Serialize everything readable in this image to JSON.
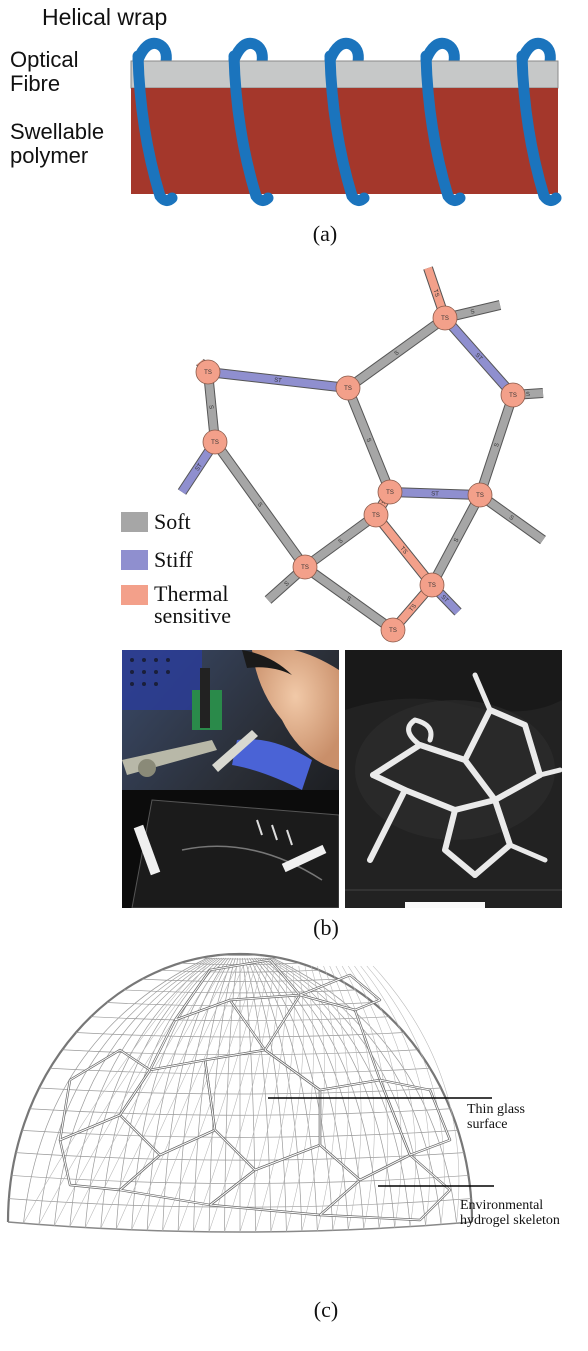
{
  "panel_a": {
    "title": "Helical wrap",
    "fibre_label_line1": "Optical",
    "fibre_label_line2": "Fibre",
    "polymer_label_line1": "Swellable",
    "polymer_label_line2": "polymer",
    "caption": "(a)",
    "colors": {
      "fibre": "#c6c8c8",
      "polymer": "#a4372b",
      "wrap": "#1b74bd"
    }
  },
  "panel_b": {
    "caption": "(b)",
    "legend": [
      {
        "label_line1": "Soft",
        "label_line2": "",
        "color": "#a6a6a6"
      },
      {
        "label_line1": "Stiff",
        "label_line2": "",
        "color": "#8f8fcf"
      },
      {
        "label_line1": "Thermal",
        "label_line2": "sensitive",
        "color": "#f3a08a"
      }
    ],
    "network_tags": {
      "soft": "S",
      "stiff": "ST",
      "thermal": "TS"
    },
    "photos": [
      {
        "name": "photo-printing-setup"
      },
      {
        "name": "photo-printed-hydrogel-network"
      }
    ]
  },
  "panel_c": {
    "caption": "(c)",
    "callout_1_line1": "Thin glass",
    "callout_1_line2": "surface",
    "callout_2_line1": "Environmental",
    "callout_2_line2": "hydrogel skeleton"
  }
}
